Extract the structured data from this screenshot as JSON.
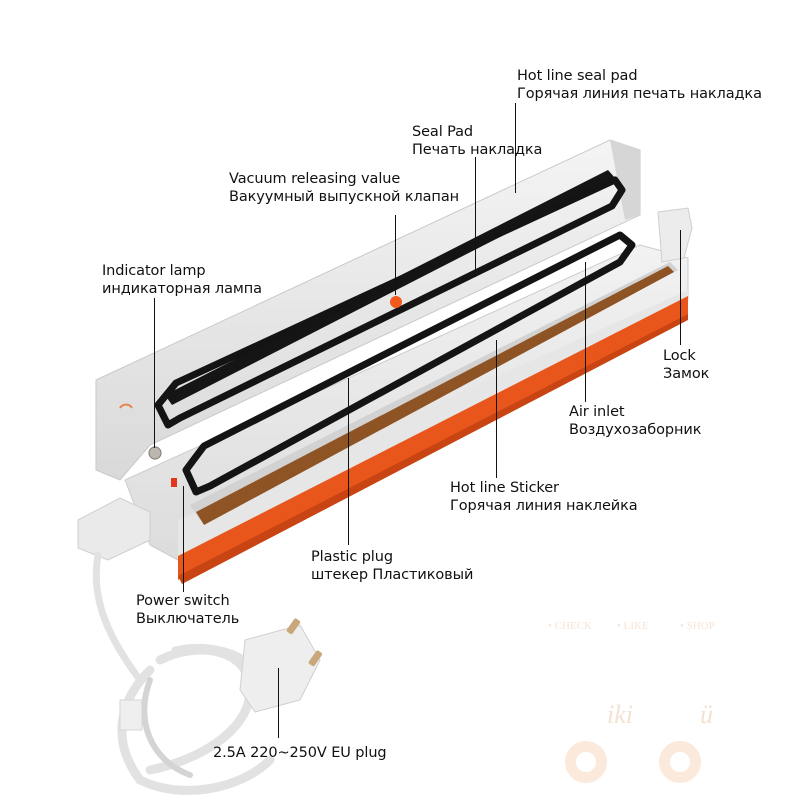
{
  "product": {
    "name": "Vacuum sealer",
    "colors": {
      "body": "#e9e9e9",
      "body_shadow": "#cfcfcf",
      "base_stripe": "#e8561c",
      "gasket": "#141414",
      "sticker": "#8a4e22",
      "valve": "#f05a1e",
      "cable": "#e4e4e4"
    }
  },
  "labels": {
    "hot_line_seal_pad": {
      "en": "Hot line seal pad",
      "ru": "Горячая линия печать накладка"
    },
    "seal_pad": {
      "en": "Seal Pad",
      "ru": "Печать накладка"
    },
    "vacuum_release_valve": {
      "en": "Vacuum releasing value",
      "ru": "Вакуумный выпускной клапан"
    },
    "indicator_lamp": {
      "en": "Indicator lamp",
      "ru": "индикаторная лампа"
    },
    "lock": {
      "en": "Lock",
      "ru": "Замок"
    },
    "air_inlet": {
      "en": "Air inlet",
      "ru": "Воздухозаборник"
    },
    "hot_line_sticker": {
      "en": "Hot line Sticker",
      "ru": "Горячая линия наклейка"
    },
    "plastic_plug": {
      "en": "Plastic plug",
      "ru": "штекер Пластиковый"
    },
    "power_switch": {
      "en": "Power switch",
      "ru": "Выключатель"
    },
    "eu_plug": {
      "en": "2.5A 220~250V EU plug"
    }
  },
  "watermark": {
    "items": [
      "CHECK",
      "LIKE",
      "SHOP"
    ],
    "script_left": "iki",
    "script_right": "ü"
  }
}
